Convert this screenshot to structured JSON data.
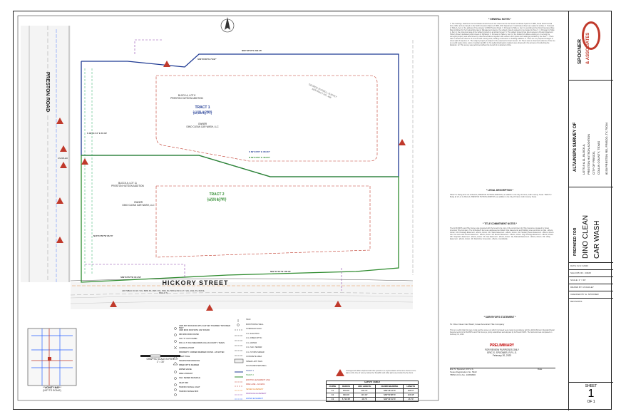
{
  "project": {
    "prepared_for": "PREPARED FOR",
    "client_name_1": "DINO CLEAN",
    "client_name_2": "CAR WASH",
    "survey_title": "ALTA/NSPS SURVEY OF",
    "lot_line_1": "LOTS 8 & 11, BLOCK A,",
    "lot_line_2": "PRESTON HUTSON ADDITION",
    "lot_line_3": "CITY OF FRISCO,",
    "lot_line_4": "COLLIN COUNTY, TEXAS",
    "address": "8230 PRESTON RD, FRISCO, TX 75034"
  },
  "firm": {
    "name_1": "SPOONER",
    "name_2": "& ASSOCIATES",
    "accent": "#c0392b"
  },
  "title_block": {
    "date": "DATE: 02-17-2023",
    "job_no": "S&A JOB NO.: 23028",
    "scale": "SCALE: 1\" = 30'",
    "drawn_by": "DRAWN BY: M.OAKLEY",
    "checked_by": "CHECKED BY: E. SPOONER",
    "revisions": "REVISIONS",
    "sheet_label": "SHEET",
    "sheet_no": "1",
    "sheet_of": "OF 1"
  },
  "plan": {
    "road_west": "PRESTON ROAD",
    "road_south": "HICKORY STREET",
    "road_south_sub": "(60' PUBLIC R.O.W.; VOL. 5688, PG. 3667; VOL. 5316, PG. 5979 & P.R.C.C.T.; VOL. 2011, PG. 6436 & P.R.C.C.T.)",
    "tract1_title": "TRACT 1",
    "tract1_acres": "2.1151 ACRES",
    "tract1_sqft": "(92,135 SQ. FT.)",
    "tract2_title": "TRACT 2",
    "tract2_acres": "2.1919 ACRES",
    "tract2_sqft": "(95,473 SQ. FT.)",
    "block_lot8": "BLOCK A, LOT 8",
    "block_lot11": "BLOCK A, LOT 11",
    "addition": "PRESTON HUTSON ADDITION",
    "owner": "OWNER",
    "owner_name": "DINO CLEAN CAR WASH, LLC",
    "brg_north": "N89°33'53\"E  292.35'",
    "brg_mid_top": "S 89°34'56\" E  453.87'",
    "brg_mid_bot": "N 89°34'56\" E  453.87'",
    "brg_south": "N82°15'19\"W  100.20'",
    "brg_south2": "S89°33'53\"W  161.53'",
    "brg_west": "N40°31'59\"W  96.70'",
    "brg_west2": "S 00°51'14\" E  67.00'",
    "brg_ne": "S00°26'29\"E  70.97'",
    "survey_abs": "GEORGE RUSSELL SURVEY ABSTRACT NO. 498",
    "unabled": "UNABLED"
  },
  "notes": {
    "general_title": "* GENERAL NOTES *",
    "legal_title": "* LEGAL DESCRIPTION *",
    "title_commit": "* TITLE COMMITMENT NOTES *",
    "surveyor_title": "* SURVEYOR'S STATEMENT *",
    "surveyor_to": "To: Dino Clean Car Wash; Great American Title Company",
    "prelim": "PRELIMINARY",
    "prelim_sub": "FOR REVIEW PURPOSES ONLY",
    "prelim_name": "ERIC S. SPOONER, R.P.L.S.",
    "prelim_date": "February 20, 2023",
    "sign_name": "Eric S. Spooner, R.P.L.S.",
    "sign_reg": "Texas Registration No. 5922",
    "sign_firm": "TBPLS Firm No. 10054800",
    "sign_date": "Date"
  },
  "curve_table": {
    "title": "CURVE TABLE",
    "headers": [
      "CURVE",
      "RADIUS",
      "ARC LENGTH",
      "CHORD BEARING",
      "LENGTH"
    ],
    "rows": [
      [
        "C1",
        "870.00'",
        "104.73'",
        "N86°46'14\"W",
        "104.67'"
      ],
      [
        "C2",
        "930.00'",
        "115.15'",
        "N86°53'08\"W",
        "115.08'"
      ],
      [
        "C3",
        "5,729.58'",
        "46.70'",
        "N00°34'31\"W",
        "46.70'"
      ]
    ]
  },
  "legend": {
    "left": [
      [
        "CIRS",
        "5/8\" IRON ROD WITH CAP SET STAMPED \"SPOONER 5922\""
      ],
      [
        "CIRF",
        "IRON ROD WITH CAP FOUND"
      ],
      [
        "IRF",
        "IRON ROD FOUND"
      ],
      [
        "XCF",
        "\"X\" CUT FOUND"
      ],
      [
        "P.R.C.C.T.",
        "PLAT RECORDS COLLIN COUNTY, TEXAS"
      ],
      [
        "",
        "CONTROL POINT"
      ],
      [
        "",
        "PROPERTY CORNER MARKER FOUND - AS NOTED"
      ],
      [
        "",
        "LIGHT POLE"
      ],
      [
        "",
        "TELEPHONE MANHOLE"
      ],
      [
        "",
        "FIBER OPTIC MARKER"
      ],
      [
        "",
        "WATER VALVE"
      ],
      [
        "",
        "FIRE HYDRANT"
      ],
      [
        "",
        "SAN. SEWER MANHOLE"
      ],
      [
        "",
        "INLET RIM"
      ],
      [
        "",
        "TRAFFIC SIGNAL LIGHT"
      ],
      [
        "",
        "TRAFFIC SIGNAL BOX"
      ]
    ],
    "right": [
      [
        "SIGN",
        "#333333"
      ],
      [
        "MONITORING WELL",
        "#333333"
      ],
      [
        "OVERHEAD ELEC.",
        "#333333"
      ],
      [
        "U.G. ELECTRIC",
        "#333333"
      ],
      [
        "U.G. FIBER OPTIC",
        "#333333"
      ],
      [
        "U.G. WATER",
        "#333333"
      ],
      [
        "U.G. SAN. SEWER",
        "#333333"
      ],
      [
        "U.G. STORM SEWER",
        "#333333"
      ],
      [
        "CONCRETE AREA",
        "#333333"
      ],
      [
        "SPEED LIMIT SIGN",
        "#333333"
      ],
      [
        "SOUTHWESTERN BELL",
        "#333333"
      ],
      [
        "TRACT 1",
        "#1f3a93"
      ],
      [
        "TRACT 2",
        "#2e8b2e"
      ],
      [
        "EXISTING EASEMENT LINE",
        "#c0392b"
      ],
      [
        "FIRE LANE - ACCESS",
        "#c0392b"
      ],
      [
        "SEWER EASEMENT",
        "#e67e22"
      ],
      [
        "DRAINAGE EASEMENT",
        "#8e44ad"
      ],
      [
        "WATER EASEMENT",
        "#2962ff"
      ]
    ]
  },
  "vicinity": {
    "title": "* VICINITY MAP *",
    "sub": "(NOT TO SCALE)",
    "north": "N"
  },
  "scale_bar": {
    "label": "GRAPHIC SCALE IN FEET",
    "ratio": "1\" = 30'"
  },
  "colors": {
    "tract1": "#1f3a93",
    "tract2": "#2e8b2e",
    "easement_red": "#c0392b",
    "easement_purple": "#8e44ad",
    "easement_green": "#27ae60",
    "water": "#2962ff"
  }
}
